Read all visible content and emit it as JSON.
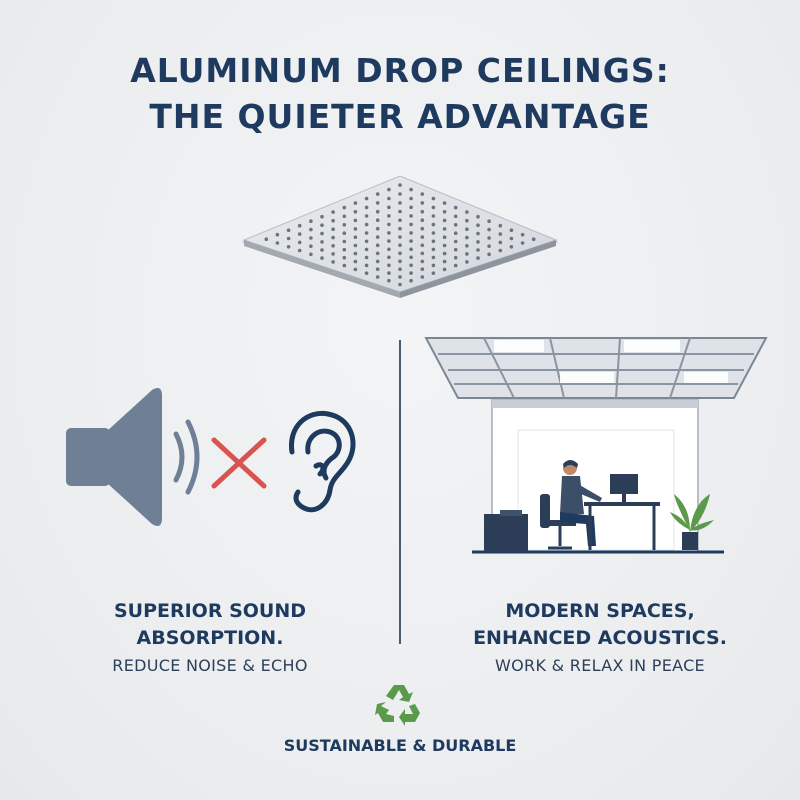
{
  "title": {
    "line1": "ALUMINUM DROP CEILINGS:",
    "line2": "THE QUIETER ADVANTAGE"
  },
  "left_panel": {
    "heading_line1": "SUPERIOR SOUND",
    "heading_line2": "ABSORPTION.",
    "subtext": "REDUCE NOISE & ECHO"
  },
  "right_panel": {
    "heading_line1": "MODERN SPACES,",
    "heading_line2": "ENHANCED ACOUSTICS.",
    "subtext": "WORK & RELAX IN PEACE"
  },
  "footer": {
    "label": "SUSTAINABLE & DURABLE"
  },
  "icons": [
    "ceiling-tile-icon",
    "speaker-icon",
    "sound-waves-icon",
    "cross-icon",
    "ear-icon",
    "office-scene-icon",
    "recycle-icon"
  ],
  "colors": {
    "primary": "#1f3a5f",
    "cross": "#d9534f",
    "recycle": "#5b9a4a",
    "speaker": "#6e7f96"
  }
}
